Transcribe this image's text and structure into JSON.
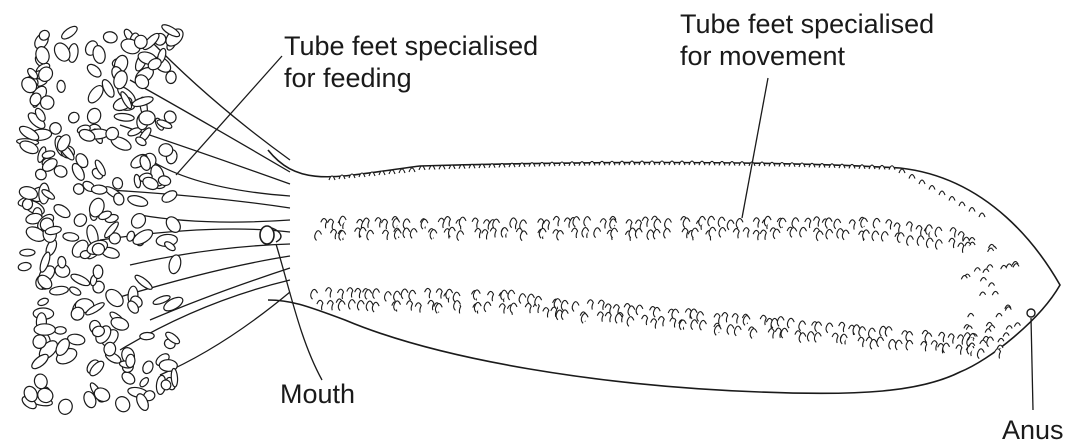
{
  "diagram": {
    "labels": {
      "feeding_line1": "Tube feet specialised",
      "feeding_line2": "for feeding",
      "movement_line1": "Tube feet specialised",
      "movement_line2": "for movement",
      "mouth": "Mouth",
      "anus": "Anus"
    },
    "colors": {
      "stroke": "#1a1a1a",
      "background": "#ffffff",
      "fill": "#ffffff"
    }
  }
}
